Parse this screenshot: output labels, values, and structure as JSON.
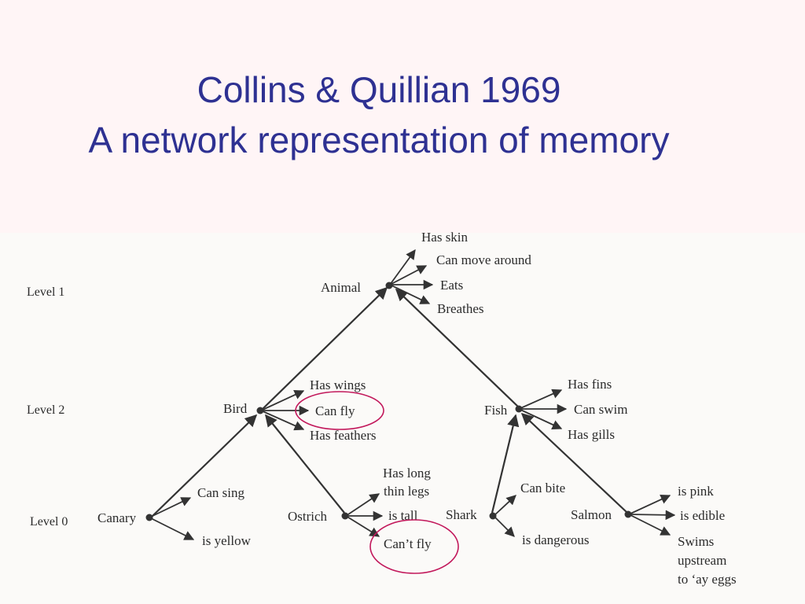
{
  "slide": {
    "title_line_1": "Collins & Quillian 1969",
    "title_line_2": "A network representation of memory",
    "title_color": "#2e3192",
    "background_color": "#fff5f6"
  },
  "diagram": {
    "levels": [
      "Level 1",
      "Level 2",
      "Level 0"
    ],
    "nodes": {
      "animal": "Animal",
      "bird": "Bird",
      "fish": "Fish",
      "canary": "Canary",
      "ostrich": "Ostrich",
      "shark": "Shark",
      "salmon": "Salmon"
    },
    "properties": {
      "animal": [
        "Has skin",
        "Can move around",
        "Eats",
        "Breathes"
      ],
      "bird": [
        "Has wings",
        "Can fly",
        "Has feathers"
      ],
      "fish": [
        "Has fins",
        "Can swim",
        "Has gills"
      ],
      "canary": [
        "Can sing",
        "is yellow"
      ],
      "ostrich": [
        "Has long",
        "thin legs",
        "is tall",
        "Can’t fly"
      ],
      "shark": [
        "Can bite",
        "is dangerous"
      ],
      "salmon": [
        "is pink",
        "is edible",
        "Swims",
        "upstream",
        "to ‘ay eggs"
      ]
    },
    "highlighted": [
      "Can fly",
      "Can’t fly"
    ],
    "highlight_color": "#c2185b"
  }
}
